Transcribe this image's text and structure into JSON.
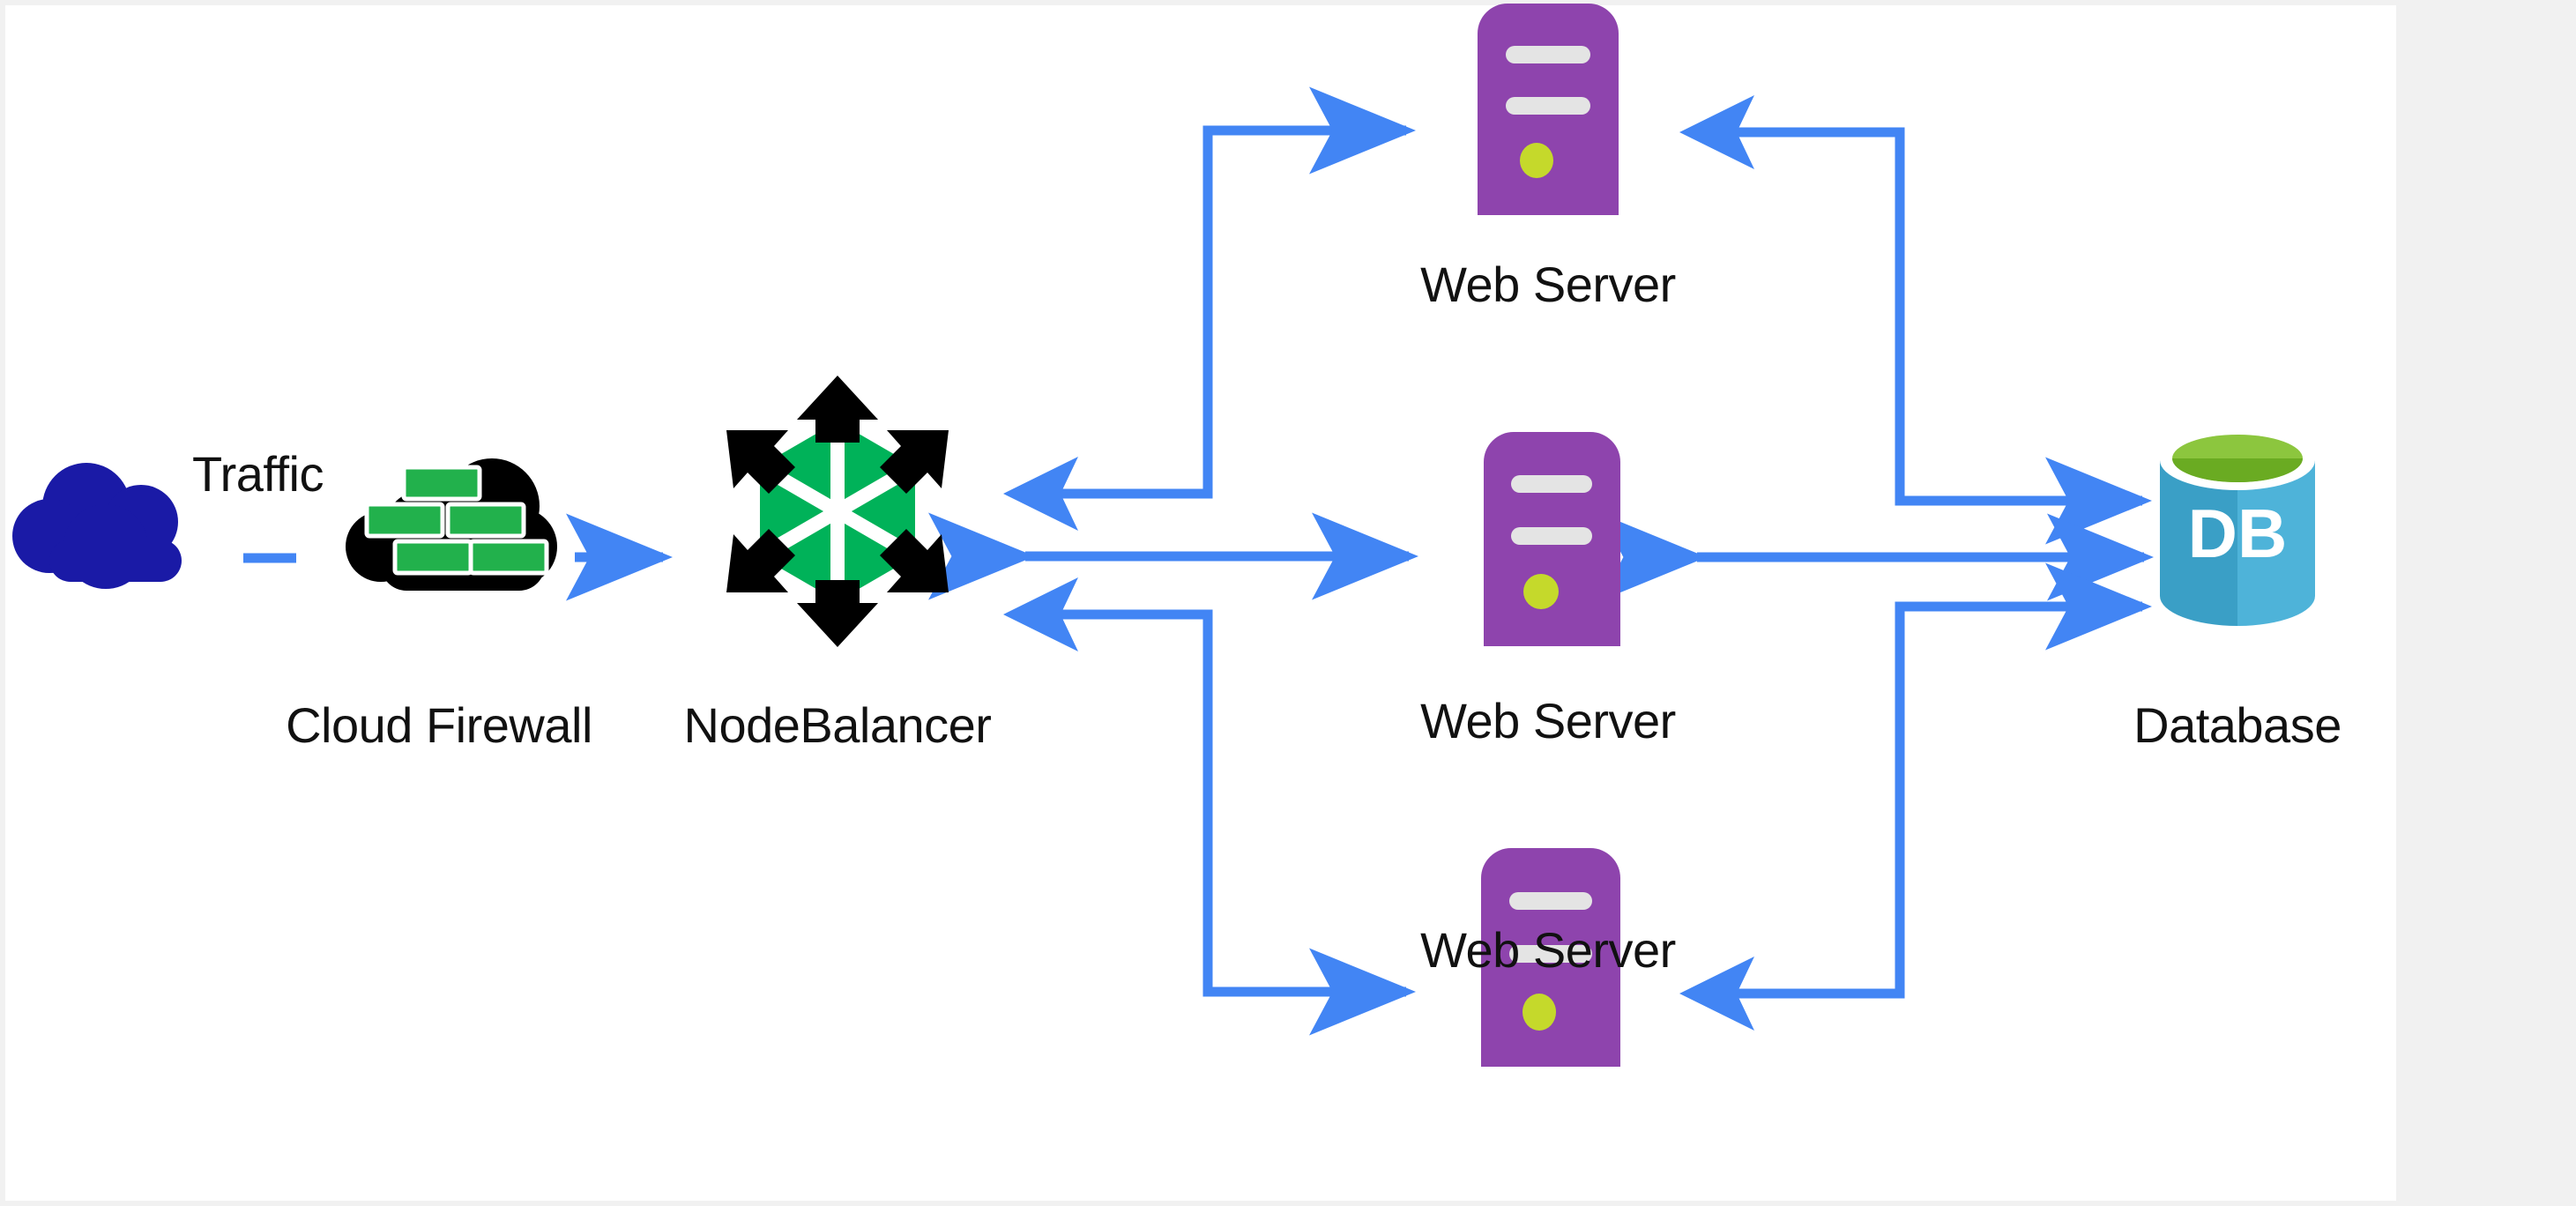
{
  "diagram": {
    "title": "Load balanced web application architecture",
    "background_color": "#f1f1f1",
    "canvas_color": "#ffffff",
    "connector_color": "#4285f4",
    "nodes": [
      {
        "id": "traffic",
        "label": "Traffic",
        "icon": "cloud-icon",
        "color": "#1a1aa6"
      },
      {
        "id": "firewall",
        "label": "Cloud Firewall",
        "icon": "firewall-icon",
        "color": "#000000",
        "accent": "#22b14c"
      },
      {
        "id": "nodebalancer",
        "label": "NodeBalancer",
        "icon": "nodebalancer-icon",
        "color": "#00b259",
        "accent": "#000000"
      },
      {
        "id": "web1",
        "label": "Web Server",
        "icon": "server-icon",
        "color": "#8e44ad",
        "accent": "#c5d92b"
      },
      {
        "id": "web2",
        "label": "Web Server",
        "icon": "server-icon",
        "color": "#8e44ad",
        "accent": "#c5d92b"
      },
      {
        "id": "web3",
        "label": "Web Server",
        "icon": "server-icon",
        "color": "#8e44ad",
        "accent": "#c5d92b"
      },
      {
        "id": "database",
        "label": "Database",
        "icon": "database-icon",
        "color": "#3a9fc6",
        "accent": "#8cc63e",
        "badge": "DB"
      }
    ],
    "edges": [
      {
        "from": "traffic",
        "to": "firewall",
        "style": "dash",
        "direction": "none"
      },
      {
        "from": "firewall",
        "to": "nodebalancer",
        "style": "solid",
        "direction": "forward"
      },
      {
        "from": "nodebalancer",
        "to": "web1",
        "style": "elbow",
        "direction": "forward"
      },
      {
        "from": "nodebalancer",
        "to": "web2",
        "style": "solid",
        "direction": "both"
      },
      {
        "from": "nodebalancer",
        "to": "web3",
        "style": "elbow",
        "direction": "forward"
      },
      {
        "from": "web1",
        "to": "database",
        "style": "elbow",
        "direction": "backward"
      },
      {
        "from": "web2",
        "to": "database",
        "style": "solid",
        "direction": "both"
      },
      {
        "from": "web3",
        "to": "database",
        "style": "elbow",
        "direction": "backward"
      }
    ]
  }
}
